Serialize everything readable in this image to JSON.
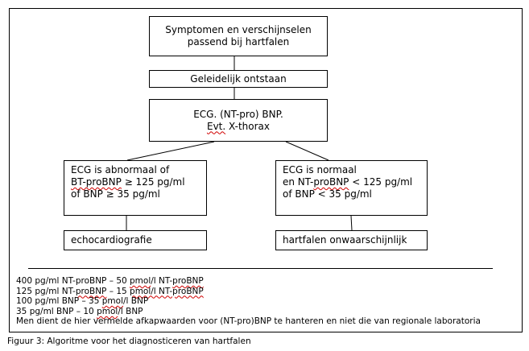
{
  "boxes": {
    "symptoms": {
      "lines": [
        "Symptomen en verschijnselen",
        "passend bij hartfalen"
      ]
    },
    "gradual": {
      "lines": [
        "Geleidelijk ontstaan"
      ]
    },
    "ecg_bnp": {
      "line1": "ECG. (NT-pro) BNP.",
      "line2_squiggle": "Evt.",
      "line2_rest": " X-thorax"
    },
    "abnormal": {
      "line1": "ECG is abnormaal of",
      "line2_squiggle": "BT-proBNP",
      "line2_rest": " ≥ 125 pg/ml",
      "line3": "of BNP ≥ 35 pg/ml"
    },
    "normal": {
      "line1": "ECG is normaal",
      "line2_pre": "en NT-",
      "line2_squiggle": "proBNP",
      "line2_rest": " < 125 pg/ml",
      "line3": "of BNP < 35 pg/ml"
    },
    "echo": {
      "lines": [
        "echocardiografie"
      ]
    },
    "unlikely": {
      "lines": [
        "hartfalen onwaarschijnlijk"
      ]
    }
  },
  "notes": [
    {
      "a": "400 pg/ml NT-proBNP – 50 ",
      "b": "pmol",
      "c": "/l NT-",
      "d": "proBNP"
    },
    {
      "a": "125 pg/ml NT-",
      "b": "proBNP",
      "c": " – 15 ",
      "d": "pmol/l NT-proBNP"
    },
    {
      "a": "100 pg/ml BNP – 35 ",
      "b": "pmol",
      "c": "/l BNP",
      "d": ""
    },
    {
      "a": "35 pg/ml BNP – 10 ",
      "b": "pmol",
      "c": "/l BNP",
      "d": ""
    },
    {
      "a": "Men dient de hier vermelde afkapwaarden voor (NT-pro)BNP te hanteren en niet die van regionale laboratoria",
      "b": "",
      "c": "",
      "d": ""
    }
  ],
  "caption": "Figuur 3: Algoritme voor het diagnosticeren van hartfalen"
}
